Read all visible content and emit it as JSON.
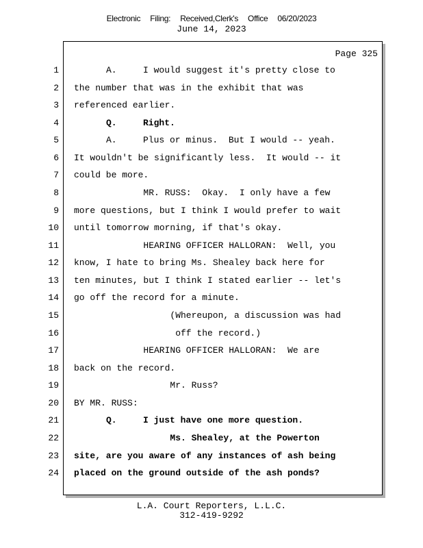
{
  "header": {
    "filing_parts": [
      "Electronic",
      "Filing:",
      "Received,Clerk's",
      "Office",
      "06/20/2023"
    ],
    "date": "June 14, 2023"
  },
  "page": {
    "label": "Page 325"
  },
  "lines": [
    {
      "n": "1",
      "label": "A.",
      "text": "I would suggest it's pretty close to"
    },
    {
      "n": "2",
      "text": "the number that was in the exhibit that was"
    },
    {
      "n": "3",
      "text": "referenced earlier."
    },
    {
      "n": "4",
      "label": "Q.",
      "text": "Right."
    },
    {
      "n": "5",
      "label": "A.",
      "text": "Plus or minus.  But I would -- yeah."
    },
    {
      "n": "6",
      "text": "It wouldn't be significantly less.  It would -- it"
    },
    {
      "n": "7",
      "text": "could be more."
    },
    {
      "n": "8",
      "text": "MR. RUSS:  Okay.  I only have a few"
    },
    {
      "n": "9",
      "text": "more questions, but I think I would prefer to wait"
    },
    {
      "n": "10",
      "text": "until tomorrow morning, if that's okay."
    },
    {
      "n": "11",
      "text": "HEARING OFFICER HALLORAN:  Well, you"
    },
    {
      "n": "12",
      "text": "know, I hate to bring Ms. Shealey back here for"
    },
    {
      "n": "13",
      "text": "ten minutes, but I think I stated earlier -- let's"
    },
    {
      "n": "14",
      "text": "go off the record for a minute."
    },
    {
      "n": "15",
      "text": "(Whereupon, a discussion was had"
    },
    {
      "n": "16",
      "text": "off the record.)"
    },
    {
      "n": "17",
      "text": "HEARING OFFICER HALLORAN:  We are"
    },
    {
      "n": "18",
      "text": "back on the record."
    },
    {
      "n": "19",
      "text": "Mr. Russ?"
    },
    {
      "n": "20",
      "text": "BY MR. RUSS:"
    },
    {
      "n": "21",
      "label": "Q.",
      "text": "I just have one more question."
    },
    {
      "n": "22",
      "text": "Ms. Shealey, at the Powerton"
    },
    {
      "n": "23",
      "text": "site, are you aware of any instances of ash being"
    },
    {
      "n": "24",
      "text": "placed on the ground outside of the ash ponds?"
    }
  ],
  "footer": {
    "company": "L.A. Court Reporters, L.L.C.",
    "phone": "312-419-9292"
  }
}
